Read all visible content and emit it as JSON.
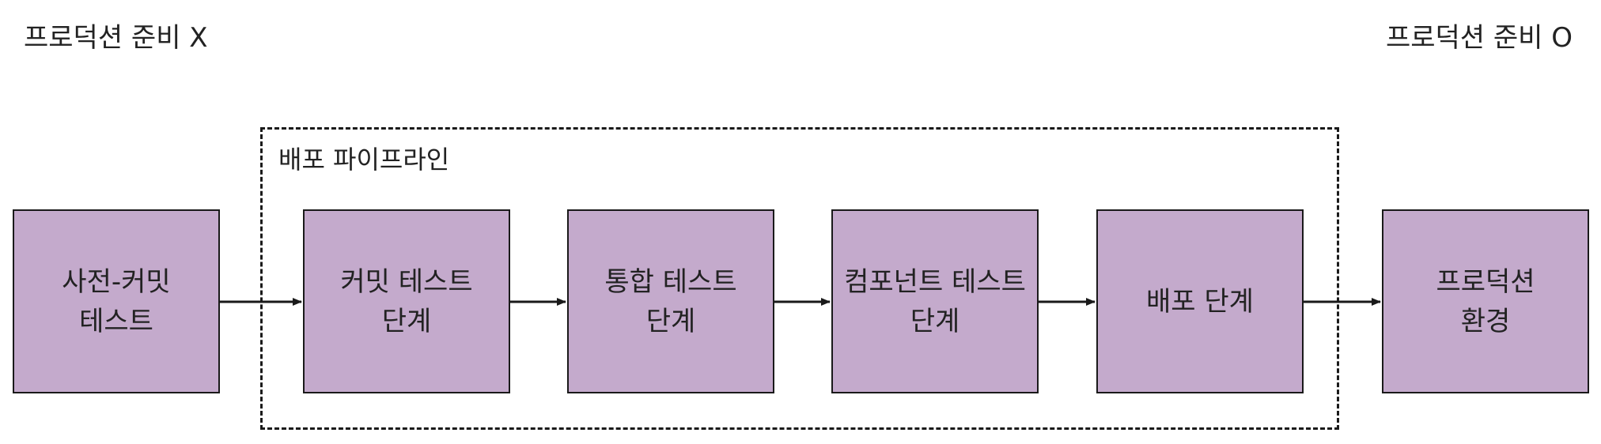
{
  "labels": {
    "not_ready": "프로덕션 준비 X",
    "ready": "프로덕션 준비 O"
  },
  "pipeline": {
    "title": "배포 파이프라인"
  },
  "stages": [
    {
      "label": "사전-커밋\n테스트"
    },
    {
      "label": "커밋 테스트\n단계"
    },
    {
      "label": "통합 테스트\n단계"
    },
    {
      "label": "컴포넌트 테스트\n단계"
    },
    {
      "label": "배포 단계"
    },
    {
      "label": "프로덕션\n환경"
    }
  ],
  "colors": {
    "stage_fill": "#c4aacc",
    "stroke": "#1a1a1a"
  }
}
